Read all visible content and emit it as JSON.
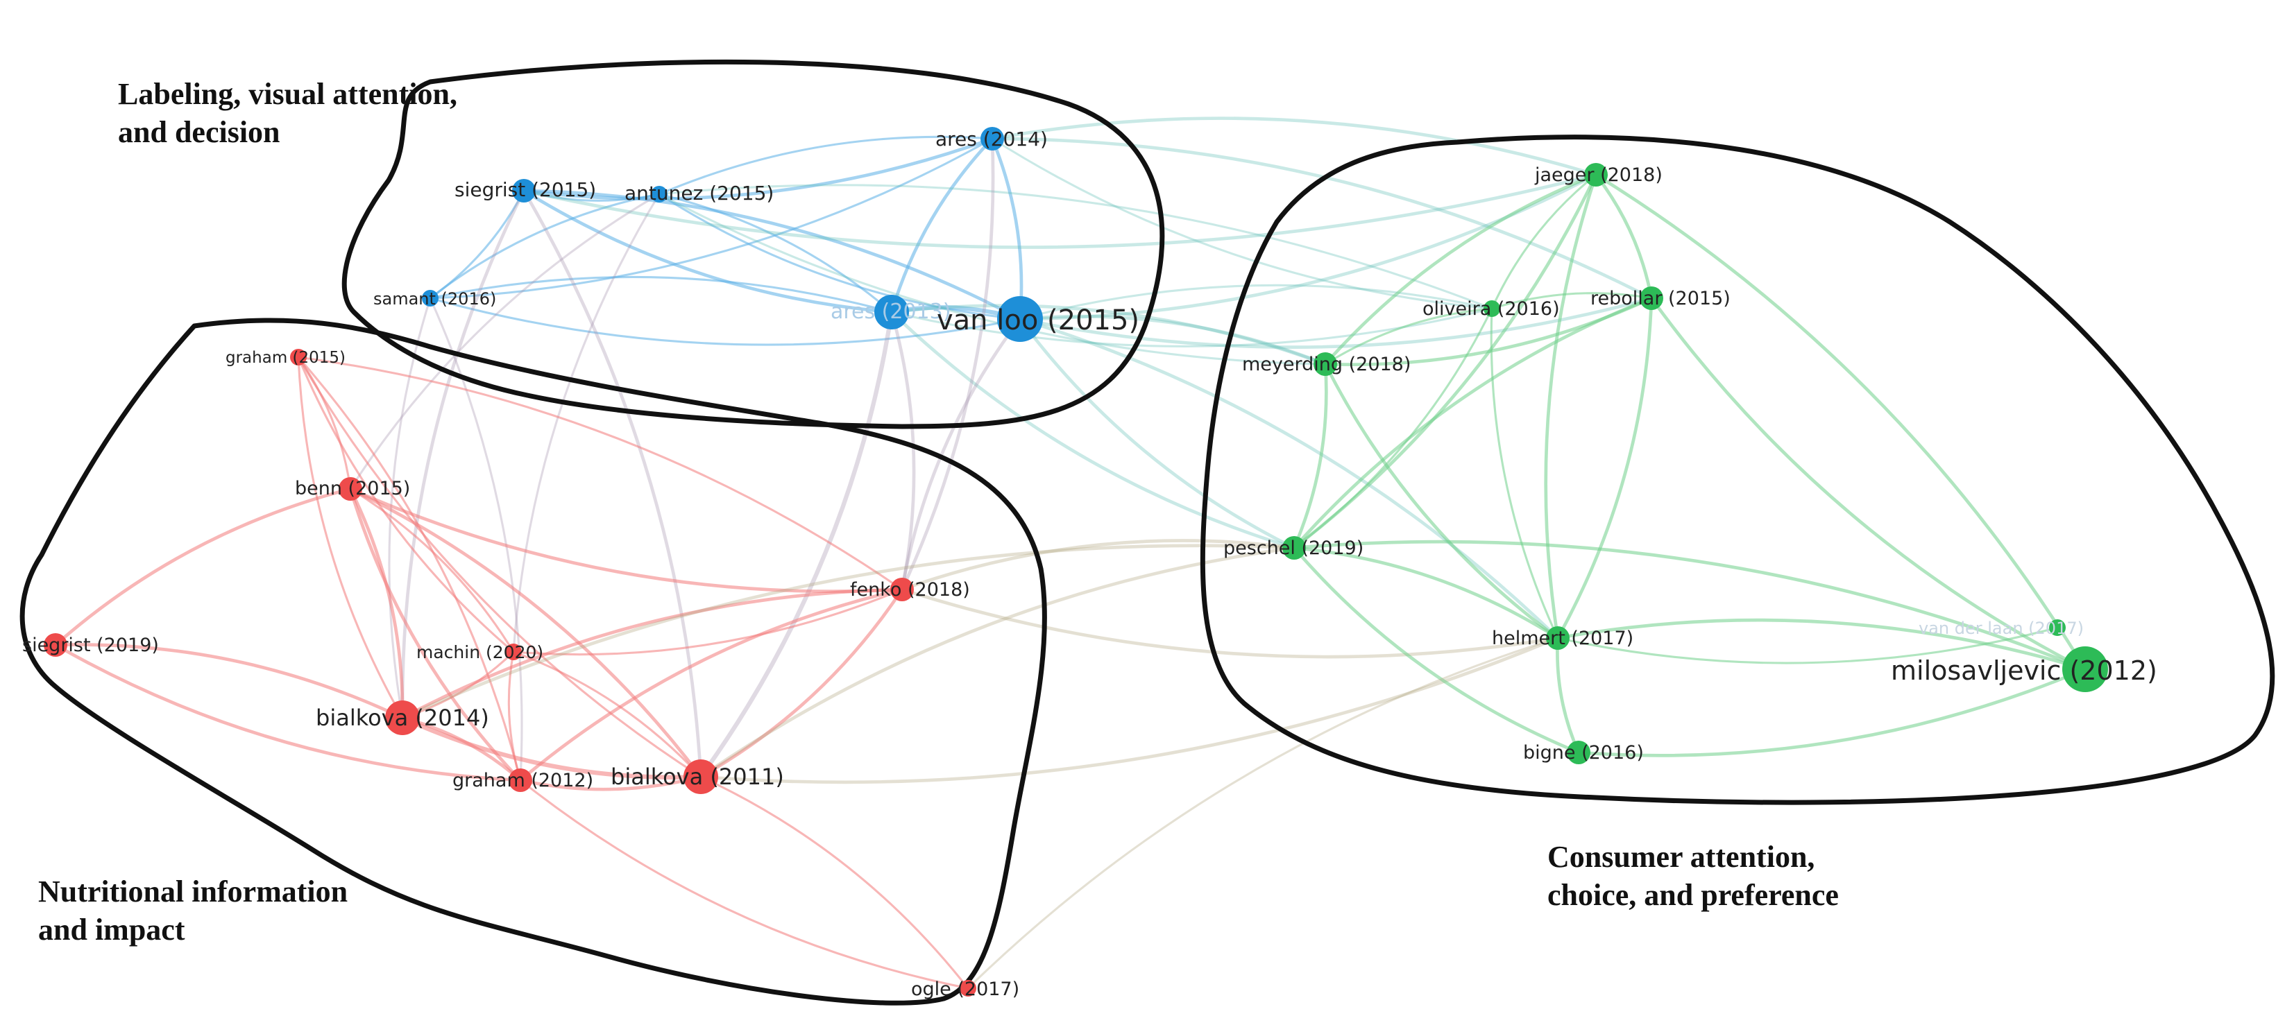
{
  "clusters": [
    {
      "id": "blue",
      "title_lines": [
        "Labeling, visual attention,",
        "and decision"
      ],
      "color": "#1e8fd8",
      "edge_color": "#5aaee6"
    },
    {
      "id": "red",
      "title_lines": [
        "Nutritional information",
        "and impact"
      ],
      "color": "#ee4b4b",
      "edge_color": "#f27a7a"
    },
    {
      "id": "green",
      "title_lines": [
        "Consumer attention,",
        "choice, and preference"
      ],
      "color": "#2dbb57",
      "edge_color": "#6fcf8a"
    }
  ],
  "nodes": [
    {
      "id": "ares2014",
      "label": "ares (2014)",
      "cluster": "blue",
      "weight": 2
    },
    {
      "id": "siegrist2015",
      "label": "siegrist (2015)",
      "cluster": "blue",
      "weight": 2
    },
    {
      "id": "antunez2015",
      "label": "antunez (2015)",
      "cluster": "blue",
      "weight": 1
    },
    {
      "id": "samant2016",
      "label": "samant (2016)",
      "cluster": "blue",
      "weight": 1
    },
    {
      "id": "ares2013",
      "label": "ares (2013)",
      "cluster": "blue",
      "weight": 3
    },
    {
      "id": "vanloo2015",
      "label": "van loo (2015)",
      "cluster": "blue",
      "weight": 4
    },
    {
      "id": "graham2015",
      "label": "graham (2015)",
      "cluster": "red",
      "weight": 1
    },
    {
      "id": "benn2015",
      "label": "benn (2015)",
      "cluster": "red",
      "weight": 2
    },
    {
      "id": "siegrist2019",
      "label": "siegrist (2019)",
      "cluster": "red",
      "weight": 2
    },
    {
      "id": "machin2020",
      "label": "machin (2020)",
      "cluster": "red",
      "weight": 1
    },
    {
      "id": "bialkova2014",
      "label": "bialkova (2014)",
      "cluster": "red",
      "weight": 3
    },
    {
      "id": "graham2012",
      "label": "graham (2012)",
      "cluster": "red",
      "weight": 2
    },
    {
      "id": "bialkova2011",
      "label": "bialkova (2011)",
      "cluster": "red",
      "weight": 3
    },
    {
      "id": "fenko2018",
      "label": "fenko (2018)",
      "cluster": "red",
      "weight": 2
    },
    {
      "id": "ogle2017",
      "label": "ogle (2017)",
      "cluster": "red",
      "weight": 1
    },
    {
      "id": "jaeger2018",
      "label": "jaeger (2018)",
      "cluster": "green",
      "weight": 2
    },
    {
      "id": "oliveira2016",
      "label": "oliveira (2016)",
      "cluster": "green",
      "weight": 1
    },
    {
      "id": "rebollar2015",
      "label": "rebollar (2015)",
      "cluster": "green",
      "weight": 2
    },
    {
      "id": "meyerding2018",
      "label": "meyerding (2018)",
      "cluster": "green",
      "weight": 2
    },
    {
      "id": "peschel2019",
      "label": "peschel (2019)",
      "cluster": "green",
      "weight": 2
    },
    {
      "id": "helmert2017",
      "label": "helmert (2017)",
      "cluster": "green",
      "weight": 2
    },
    {
      "id": "vanderlaan2017",
      "label": "van der laan (2017)",
      "cluster": "green",
      "weight": 1
    },
    {
      "id": "milosavljevic2012",
      "label": "milosavljevic (2012)",
      "cluster": "green",
      "weight": 4
    },
    {
      "id": "bigne2016",
      "label": "bigne (2016)",
      "cluster": "green",
      "weight": 2
    }
  ],
  "edges": [
    [
      "ares2014",
      "siegrist2015"
    ],
    [
      "ares2014",
      "antunez2015"
    ],
    [
      "ares2014",
      "samant2016"
    ],
    [
      "ares2014",
      "ares2013"
    ],
    [
      "ares2014",
      "vanloo2015"
    ],
    [
      "siegrist2015",
      "antunez2015"
    ],
    [
      "siegrist2015",
      "samant2016"
    ],
    [
      "siegrist2015",
      "ares2013"
    ],
    [
      "siegrist2015",
      "vanloo2015"
    ],
    [
      "antunez2015",
      "samant2016"
    ],
    [
      "antunez2015",
      "ares2013"
    ],
    [
      "antunez2015",
      "vanloo2015"
    ],
    [
      "samant2016",
      "ares2013"
    ],
    [
      "samant2016",
      "vanloo2015"
    ],
    [
      "ares2013",
      "vanloo2015"
    ],
    [
      "vanloo2015",
      "jaeger2018"
    ],
    [
      "vanloo2015",
      "oliveira2016"
    ],
    [
      "vanloo2015",
      "rebollar2015"
    ],
    [
      "vanloo2015",
      "meyerding2018"
    ],
    [
      "vanloo2015",
      "peschel2019"
    ],
    [
      "vanloo2015",
      "helmert2017"
    ],
    [
      "ares2013",
      "oliveira2016"
    ],
    [
      "ares2013",
      "meyerding2018"
    ],
    [
      "ares2013",
      "peschel2019"
    ],
    [
      "ares2014",
      "jaeger2018"
    ],
    [
      "ares2014",
      "oliveira2016"
    ],
    [
      "ares2014",
      "rebollar2015"
    ],
    [
      "siegrist2015",
      "jaeger2018"
    ],
    [
      "antunez2015",
      "oliveira2016"
    ],
    [
      "antunez2015",
      "meyerding2018"
    ],
    [
      "ares2013",
      "fenko2018"
    ],
    [
      "vanloo2015",
      "fenko2018"
    ],
    [
      "ares2014",
      "fenko2018"
    ],
    [
      "siegrist2015",
      "bialkova2014"
    ],
    [
      "samant2016",
      "graham2012"
    ],
    [
      "antunez2015",
      "machin2020"
    ],
    [
      "siegrist2015",
      "bialkova2011"
    ],
    [
      "samant2016",
      "bialkova2014"
    ],
    [
      "ares2013",
      "bialkova2011"
    ],
    [
      "antunez2015",
      "benn2015"
    ],
    [
      "graham2015",
      "benn2015"
    ],
    [
      "graham2015",
      "bialkova2014"
    ],
    [
      "graham2015",
      "graham2012"
    ],
    [
      "graham2015",
      "bialkova2011"
    ],
    [
      "graham2015",
      "fenko2018"
    ],
    [
      "graham2015",
      "machin2020"
    ],
    [
      "benn2015",
      "bialkova2014"
    ],
    [
      "benn2015",
      "graham2012"
    ],
    [
      "benn2015",
      "bialkova2011"
    ],
    [
      "benn2015",
      "fenko2018"
    ],
    [
      "benn2015",
      "machin2020"
    ],
    [
      "benn2015",
      "siegrist2019"
    ],
    [
      "siegrist2019",
      "bialkova2014"
    ],
    [
      "siegrist2019",
      "graham2012"
    ],
    [
      "machin2020",
      "bialkova2014"
    ],
    [
      "machin2020",
      "graham2012"
    ],
    [
      "machin2020",
      "bialkova2011"
    ],
    [
      "machin2020",
      "fenko2018"
    ],
    [
      "bialkova2014",
      "graham2012"
    ],
    [
      "bialkova2014",
      "bialkova2011"
    ],
    [
      "bialkova2014",
      "fenko2018"
    ],
    [
      "graham2012",
      "bialkova2011"
    ],
    [
      "graham2012",
      "fenko2018"
    ],
    [
      "bialkova2011",
      "fenko2018"
    ],
    [
      "bialkova2011",
      "ogle2017"
    ],
    [
      "graham2012",
      "ogle2017"
    ],
    [
      "fenko2018",
      "peschel2019"
    ],
    [
      "fenko2018",
      "helmert2017"
    ],
    [
      "bialkova2011",
      "peschel2019"
    ],
    [
      "bialkova2011",
      "helmert2017"
    ],
    [
      "bialkova2014",
      "peschel2019"
    ],
    [
      "jaeger2018",
      "oliveira2016"
    ],
    [
      "jaeger2018",
      "rebollar2015"
    ],
    [
      "jaeger2018",
      "meyerding2018"
    ],
    [
      "jaeger2018",
      "peschel2019"
    ],
    [
      "jaeger2018",
      "helmert2017"
    ],
    [
      "oliveira2016",
      "rebollar2015"
    ],
    [
      "oliveira2016",
      "meyerding2018"
    ],
    [
      "oliveira2016",
      "peschel2019"
    ],
    [
      "oliveira2016",
      "helmert2017"
    ],
    [
      "rebollar2015",
      "meyerding2018"
    ],
    [
      "rebollar2015",
      "peschel2019"
    ],
    [
      "rebollar2015",
      "helmert2017"
    ],
    [
      "rebollar2015",
      "milosavljevic2012"
    ],
    [
      "meyerding2018",
      "peschel2019"
    ],
    [
      "meyerding2018",
      "helmert2017"
    ],
    [
      "peschel2019",
      "helmert2017"
    ],
    [
      "peschel2019",
      "bigne2016"
    ],
    [
      "peschel2019",
      "milosavljevic2012"
    ],
    [
      "helmert2017",
      "bigne2016"
    ],
    [
      "helmert2017",
      "milosavljevic2012"
    ],
    [
      "helmert2017",
      "vanderlaan2017"
    ],
    [
      "jaeger2018",
      "milosavljevic2012"
    ],
    [
      "bigne2016",
      "milosavljevic2012"
    ],
    [
      "ogle2017",
      "helmert2017"
    ]
  ]
}
